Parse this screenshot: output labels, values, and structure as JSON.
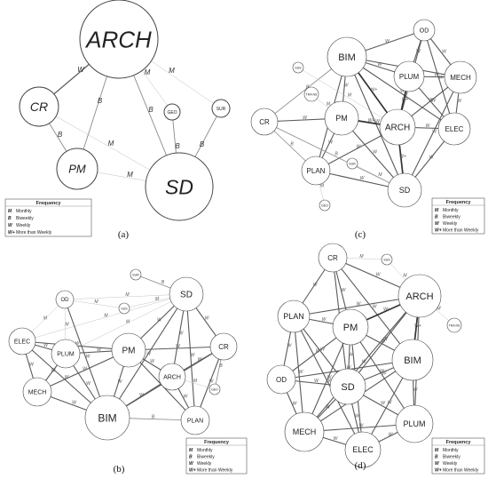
{
  "legend": {
    "title": "Frequency",
    "items": [
      {
        "code": "M",
        "label": "Monthly"
      },
      {
        "code": "B",
        "label": "Biweekly"
      },
      {
        "code": "W",
        "label": "Weekly"
      },
      {
        "code": "W+",
        "label": "More than Weekly"
      }
    ]
  },
  "panels": [
    {
      "id": "a",
      "label": "(a)",
      "nodes": [
        {
          "id": "ARCH",
          "label": "ARCH"
        },
        {
          "id": "CR",
          "label": "CR"
        },
        {
          "id": "PM",
          "label": "PM"
        },
        {
          "id": "SD",
          "label": "SD"
        },
        {
          "id": "GEO",
          "label": "GEO"
        },
        {
          "id": "SUR",
          "label": "SUR"
        }
      ],
      "edges": [
        {
          "from": "ARCH",
          "to": "CR",
          "freq": "W"
        },
        {
          "from": "ARCH",
          "to": "PM",
          "freq": "B"
        },
        {
          "from": "ARCH",
          "to": "SD",
          "freq": "B"
        },
        {
          "from": "ARCH",
          "to": "GEO",
          "freq": "M"
        },
        {
          "from": "ARCH",
          "to": "SUR",
          "freq": "M"
        },
        {
          "from": "CR",
          "to": "PM",
          "freq": "B"
        },
        {
          "from": "CR",
          "to": "SD",
          "freq": "M"
        },
        {
          "from": "PM",
          "to": "SD",
          "freq": "M"
        },
        {
          "from": "GEO",
          "to": "SD",
          "freq": "B"
        },
        {
          "from": "SUR",
          "to": "SD",
          "freq": "B"
        }
      ]
    },
    {
      "id": "c",
      "label": "(c)",
      "nodes": [
        {
          "id": "BIM",
          "label": "BIM"
        },
        {
          "id": "OD",
          "label": "OD"
        },
        {
          "id": "PLUM",
          "label": "PLUM"
        },
        {
          "id": "MECH",
          "label": "MECH"
        },
        {
          "id": "SUS",
          "label": "SUS"
        },
        {
          "id": "TRANS",
          "label": "TRA NS"
        },
        {
          "id": "CR",
          "label": "CR"
        },
        {
          "id": "PM",
          "label": "PM"
        },
        {
          "id": "ARCH",
          "label": "ARCH"
        },
        {
          "id": "ELEC",
          "label": "ELEC"
        },
        {
          "id": "PLAN",
          "label": "PLAN"
        },
        {
          "id": "SUR",
          "label": "SUR"
        },
        {
          "id": "SD",
          "label": "SD"
        },
        {
          "id": "GEO",
          "label": "GEO"
        }
      ],
      "edges": [
        {
          "from": "BIM",
          "to": "OD",
          "freq": "W"
        },
        {
          "from": "BIM",
          "to": "PLUM",
          "freq": "W"
        },
        {
          "from": "BIM",
          "to": "MECH",
          "freq": "W"
        },
        {
          "from": "BIM",
          "to": "ARCH",
          "freq": "W+"
        },
        {
          "from": "BIM",
          "to": "ELEC",
          "freq": "W"
        },
        {
          "from": "BIM",
          "to": "SD",
          "freq": "W"
        },
        {
          "from": "BIM",
          "to": "PM",
          "freq": "W"
        },
        {
          "from": "BIM",
          "to": "CR",
          "freq": "B"
        },
        {
          "from": "BIM",
          "to": "PLAN",
          "freq": "W"
        },
        {
          "from": "OD",
          "to": "PLUM",
          "freq": "W"
        },
        {
          "from": "OD",
          "to": "MECH",
          "freq": "W"
        },
        {
          "from": "OD",
          "to": "ARCH",
          "freq": "W"
        },
        {
          "from": "OD",
          "to": "ELEC",
          "freq": "W"
        },
        {
          "from": "PLUM",
          "to": "MECH",
          "freq": "W"
        },
        {
          "from": "PLUM",
          "to": "ARCH",
          "freq": "W+"
        },
        {
          "from": "PLUM",
          "to": "ELEC",
          "freq": "W"
        },
        {
          "from": "MECH",
          "to": "ARCH",
          "freq": "W"
        },
        {
          "from": "MECH",
          "to": "ELEC",
          "freq": "W"
        },
        {
          "from": "MECH",
          "to": "SD",
          "freq": "W"
        },
        {
          "from": "ARCH",
          "to": "ELEC",
          "freq": "W"
        },
        {
          "from": "ARCH",
          "to": "SD",
          "freq": "W+"
        },
        {
          "from": "ARCH",
          "to": "PM",
          "freq": "W+"
        },
        {
          "from": "ARCH",
          "to": "PLAN",
          "freq": "W"
        },
        {
          "from": "ELEC",
          "to": "SD",
          "freq": "W"
        },
        {
          "from": "PM",
          "to": "CR",
          "freq": "W"
        },
        {
          "from": "PM",
          "to": "PLAN",
          "freq": "W"
        },
        {
          "from": "PM",
          "to": "SD",
          "freq": "W"
        },
        {
          "from": "PLAN",
          "to": "SD",
          "freq": "W"
        },
        {
          "from": "PLAN",
          "to": "GEO",
          "freq": "M"
        },
        {
          "from": "CR",
          "to": "SD",
          "freq": "B"
        },
        {
          "from": "CR",
          "to": "PLAN",
          "freq": "B"
        },
        {
          "from": "SUS",
          "to": "ARCH",
          "freq": "M"
        },
        {
          "from": "TRANS",
          "to": "PM",
          "freq": "M"
        },
        {
          "from": "SUR",
          "to": "SD",
          "freq": "M"
        }
      ]
    },
    {
      "id": "b",
      "label": "(b)",
      "nodes": [
        {
          "id": "SUR",
          "label": "SUR"
        },
        {
          "id": "SD",
          "label": "SD"
        },
        {
          "id": "OD",
          "label": "OD"
        },
        {
          "id": "SUS",
          "label": "SUS"
        },
        {
          "id": "ELEC",
          "label": "ELEC"
        },
        {
          "id": "PLUM",
          "label": "PLUM"
        },
        {
          "id": "PM",
          "label": "PM"
        },
        {
          "id": "CR",
          "label": "CR"
        },
        {
          "id": "ARCH",
          "label": "ARCH"
        },
        {
          "id": "MECH",
          "label": "MECH"
        },
        {
          "id": "GEO",
          "label": "GEO"
        },
        {
          "id": "BIM",
          "label": "BIM"
        },
        {
          "id": "PLAN",
          "label": "PLAN"
        }
      ],
      "edges": [
        {
          "from": "SD",
          "to": "SUR",
          "freq": "B"
        },
        {
          "from": "SD",
          "to": "PM",
          "freq": "W"
        },
        {
          "from": "SD",
          "to": "CR",
          "freq": "W"
        },
        {
          "from": "SD",
          "to": "BIM",
          "freq": "W"
        },
        {
          "from": "SD",
          "to": "ARCH",
          "freq": "W"
        },
        {
          "from": "SD",
          "to": "PLAN",
          "freq": "W"
        },
        {
          "from": "SD",
          "to": "OD",
          "freq": "M"
        },
        {
          "from": "SD",
          "to": "ELEC",
          "freq": "M"
        },
        {
          "from": "SD",
          "to": "PLUM",
          "freq": "M"
        },
        {
          "from": "SD",
          "to": "SUS",
          "freq": "M"
        },
        {
          "from": "PM",
          "to": "BIM",
          "freq": "W"
        },
        {
          "from": "PM",
          "to": "CR",
          "freq": "W"
        },
        {
          "from": "PM",
          "to": "ARCH",
          "freq": "W"
        },
        {
          "from": "PM",
          "to": "PLUM",
          "freq": "W"
        },
        {
          "from": "PM",
          "to": "ELEC",
          "freq": "W"
        },
        {
          "from": "PM",
          "to": "MECH",
          "freq": "W"
        },
        {
          "from": "PM",
          "to": "PLAN",
          "freq": "W"
        },
        {
          "from": "BIM",
          "to": "ELEC",
          "freq": "W"
        },
        {
          "from": "BIM",
          "to": "PLUM",
          "freq": "W"
        },
        {
          "from": "BIM",
          "to": "MECH",
          "freq": "W"
        },
        {
          "from": "BIM",
          "to": "OD",
          "freq": "W"
        },
        {
          "from": "BIM",
          "to": "ARCH",
          "freq": "W"
        },
        {
          "from": "BIM",
          "to": "PLAN",
          "freq": "B"
        },
        {
          "from": "BIM",
          "to": "CR",
          "freq": "W"
        },
        {
          "from": "ELEC",
          "to": "PLUM",
          "freq": "W"
        },
        {
          "from": "ELEC",
          "to": "MECH",
          "freq": "W"
        },
        {
          "from": "ELEC",
          "to": "OD",
          "freq": "M"
        },
        {
          "from": "PLUM",
          "to": "MECH",
          "freq": "W"
        },
        {
          "from": "PLUM",
          "to": "OD",
          "freq": "M"
        },
        {
          "from": "CR",
          "to": "ARCH",
          "freq": "W"
        },
        {
          "from": "CR",
          "to": "PLAN",
          "freq": "W"
        },
        {
          "from": "CR",
          "to": "GEO",
          "freq": "B"
        },
        {
          "from": "ARCH",
          "to": "PLAN",
          "freq": "W"
        },
        {
          "from": "ARCH",
          "to": "GEO",
          "freq": "M"
        },
        {
          "from": "OD",
          "to": "SUS",
          "freq": "M"
        }
      ]
    },
    {
      "id": "d",
      "label": "(d)",
      "nodes": [
        {
          "id": "CR",
          "label": "CR"
        },
        {
          "id": "SUS",
          "label": "SUS"
        },
        {
          "id": "ARCH",
          "label": "ARCH"
        },
        {
          "id": "PLAN",
          "label": "PLAN"
        },
        {
          "id": "PM",
          "label": "PM"
        },
        {
          "id": "TRANS",
          "label": "TRA NS"
        },
        {
          "id": "BIM",
          "label": "BIM"
        },
        {
          "id": "OD",
          "label": "OD"
        },
        {
          "id": "SD",
          "label": "SD"
        },
        {
          "id": "MECH",
          "label": "MECH"
        },
        {
          "id": "PLUM",
          "label": "PLUM"
        },
        {
          "id": "ELEC",
          "label": "ELEC"
        }
      ],
      "edges": [
        {
          "from": "CR",
          "to": "SUS",
          "freq": "M"
        },
        {
          "from": "CR",
          "to": "ARCH",
          "freq": "W"
        },
        {
          "from": "CR",
          "to": "PM",
          "freq": "W"
        },
        {
          "from": "CR",
          "to": "PLAN",
          "freq": "W"
        },
        {
          "from": "CR",
          "to": "SD",
          "freq": "W"
        },
        {
          "from": "CR",
          "to": "BIM",
          "freq": "W"
        },
        {
          "from": "SUS",
          "to": "ARCH",
          "freq": "M"
        },
        {
          "from": "ARCH",
          "to": "PM",
          "freq": "W+"
        },
        {
          "from": "ARCH",
          "to": "BIM",
          "freq": "W+"
        },
        {
          "from": "ARCH",
          "to": "SD",
          "freq": "W"
        },
        {
          "from": "ARCH",
          "to": "PLAN",
          "freq": "W"
        },
        {
          "from": "ARCH",
          "to": "TRANS",
          "freq": "M"
        },
        {
          "from": "ARCH",
          "to": "PLUM",
          "freq": "W"
        },
        {
          "from": "ARCH",
          "to": "MECH",
          "freq": "W"
        },
        {
          "from": "PLAN",
          "to": "PM",
          "freq": "W"
        },
        {
          "from": "PLAN",
          "to": "OD",
          "freq": "W"
        },
        {
          "from": "PLAN",
          "to": "SD",
          "freq": "W"
        },
        {
          "from": "PLAN",
          "to": "MECH",
          "freq": "W"
        },
        {
          "from": "PLAN",
          "to": "ELEC",
          "freq": "W"
        },
        {
          "from": "PM",
          "to": "BIM",
          "freq": "W"
        },
        {
          "from": "PM",
          "to": "SD",
          "freq": "W"
        },
        {
          "from": "PM",
          "to": "OD",
          "freq": "W"
        },
        {
          "from": "PM",
          "to": "PLUM",
          "freq": "W"
        },
        {
          "from": "PM",
          "to": "ELEC",
          "freq": "W"
        },
        {
          "from": "PM",
          "to": "MECH",
          "freq": "W"
        },
        {
          "from": "BIM",
          "to": "SD",
          "freq": "W"
        },
        {
          "from": "BIM",
          "to": "PLUM",
          "freq": "W"
        },
        {
          "from": "BIM",
          "to": "ELEC",
          "freq": "W"
        },
        {
          "from": "BIM",
          "to": "MECH",
          "freq": "W"
        },
        {
          "from": "BIM",
          "to": "OD",
          "freq": "W"
        },
        {
          "from": "OD",
          "to": "SD",
          "freq": "W"
        },
        {
          "from": "OD",
          "to": "MECH",
          "freq": "W"
        },
        {
          "from": "SD",
          "to": "MECH",
          "freq": "W"
        },
        {
          "from": "SD",
          "to": "PLUM",
          "freq": "W"
        },
        {
          "from": "SD",
          "to": "ELEC",
          "freq": "W"
        },
        {
          "from": "MECH",
          "to": "ELEC",
          "freq": "W"
        },
        {
          "from": "MECH",
          "to": "PLUM",
          "freq": "W"
        },
        {
          "from": "ELEC",
          "to": "PLUM",
          "freq": "W"
        }
      ]
    }
  ]
}
